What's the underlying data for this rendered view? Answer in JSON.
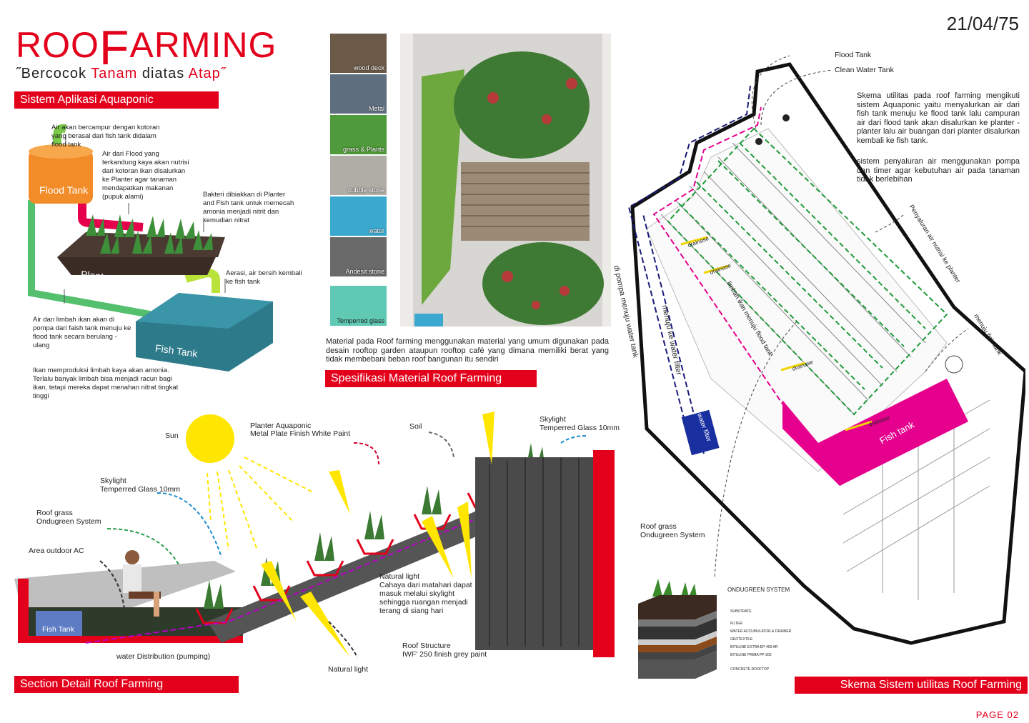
{
  "header": {
    "title_a": "ROO",
    "title_b": "F",
    "title_c": "ARMING",
    "subtitle_a": "˝Bercocok ",
    "subtitle_b": "Tanam",
    "subtitle_c": " diatas ",
    "subtitle_d": "Atap˝",
    "date": "21/04/75"
  },
  "aquaponic": {
    "banner": "Sistem Aplikasi Aquaponic",
    "flood_tank": "Flood Tank",
    "planter": "Planter",
    "fish_tank": "Fish Tank",
    "note1": "Air akan bercampur dengan kotoran yang berasal dari fish tank didalam flood tank",
    "note2": "Air dari Flood yang terkandung kaya akan nutrisi dari kotoran ikan disalurkan ke Planter agar tanaman mendapatkan makanan (pupuk alami)",
    "note3": "Bakteri dibiakkan di Planter and Fish tank untuk memecah amonia menjadi nitrit dan kemudian nitrat",
    "note4": "Aerasi, air bersih kembali ke fish tank",
    "note5": "Air dan limbah ikan akan di pompa dari faish tank menuju ke flood tank secara berulang - ulang",
    "note6": "Ikan memproduksi limbah kaya akan amonia. Terlalu banyak limbah bisa menjadi racun bagi ikan, tetapi mereka dapat menahan nitrat tingkat tinggi"
  },
  "materials": {
    "swatches": [
      {
        "label": "wood deck",
        "color": "#6b5a48"
      },
      {
        "label": "Metal",
        "color": "#5f6f80"
      },
      {
        "label": "grass & Plants",
        "color": "#4f9a3a"
      },
      {
        "label": "cubble stone",
        "color": "#b0aca6"
      },
      {
        "label": "water",
        "color": "#3aa8cf"
      },
      {
        "label": "Andesit stone",
        "color": "#6a6a6a"
      },
      {
        "label": "Temperred glass",
        "color": "#5fc9b3"
      }
    ],
    "description": "Material pada Roof farming menggunakan material yang umum digunakan pada desain rooftop garden ataupun rooftop café yang dimana memiliki berat yang tidak membebani beban roof bangunan itu sendiri",
    "banner": "Spesifikasi Material Roof Farming"
  },
  "section": {
    "banner": "Section Detail Roof Farming",
    "sun": "Sun",
    "planter_a": "Planter Aquaponic",
    "planter_b": "Metal Plate Finish White Paint",
    "soil": "Soil",
    "sky1_a": "Skylight",
    "sky1_b": "Temperred Glass 10mm",
    "sky2_a": "Skylight",
    "sky2_b": "Temperred Glass 10mm",
    "grass_a": "Roof grass",
    "grass_b": "Ondugreen System",
    "ac": "Area outdoor AC",
    "fish": "Fish Tank",
    "water": "water Distribution (pumping)",
    "natural_a": "Natural light",
    "natural_b": "Cahaya dari matahari dapat masuk melalui skylight sehingga ruangan menjadi terang di siang hari",
    "natural2": "Natural light",
    "struct_a": "Roof Structure",
    "struct_b": "IWF' 250 finish grey paint"
  },
  "schema": {
    "banner": "Skema Sistem utilitas  Roof Farming",
    "flood": "Flood Tank",
    "clean": "Clean Water Tank",
    "desc1": "Skema utilitas pada roof farming mengikuti sistem Aquaponic yaitu menyalurkan air dari fish tank menuju ke flood tank lalu campuran air dari flood tank akan disalurkan ke planter - planter lalu air buangan dari planter disalurkan kembali ke fish tank.",
    "desc2": "sistem penyaluran air menggunakan pompa dan timer agar kebutuhan air pada tanaman tidak berlebihan",
    "pompa": "di pompa menuju water tank",
    "filter_to": "menuju ke water filter",
    "limbah": "limbah ikan menuju flood tank",
    "nutrisi": "Penyaluran air nutrisi ke planter",
    "to_fish": "menuju fish tank",
    "drainase": "drainase",
    "filter": "water filter",
    "fish": "Fish tank",
    "grass_a": "Roof grass",
    "grass_b": "Ondugreen System",
    "ondu_title": "ONDUGREEN SYSTEM",
    "layers": [
      "SUBSTRATE",
      "FILTER",
      "WATER ACCUMULATOR & DRAINER",
      "GEOTEXTILE",
      "BITULINE EXTRA EP-400 AR",
      "BITULINE PRIMA PP-300",
      "CONCRETE ROOFTOP"
    ]
  },
  "footer": {
    "page": "PAGE 02"
  }
}
